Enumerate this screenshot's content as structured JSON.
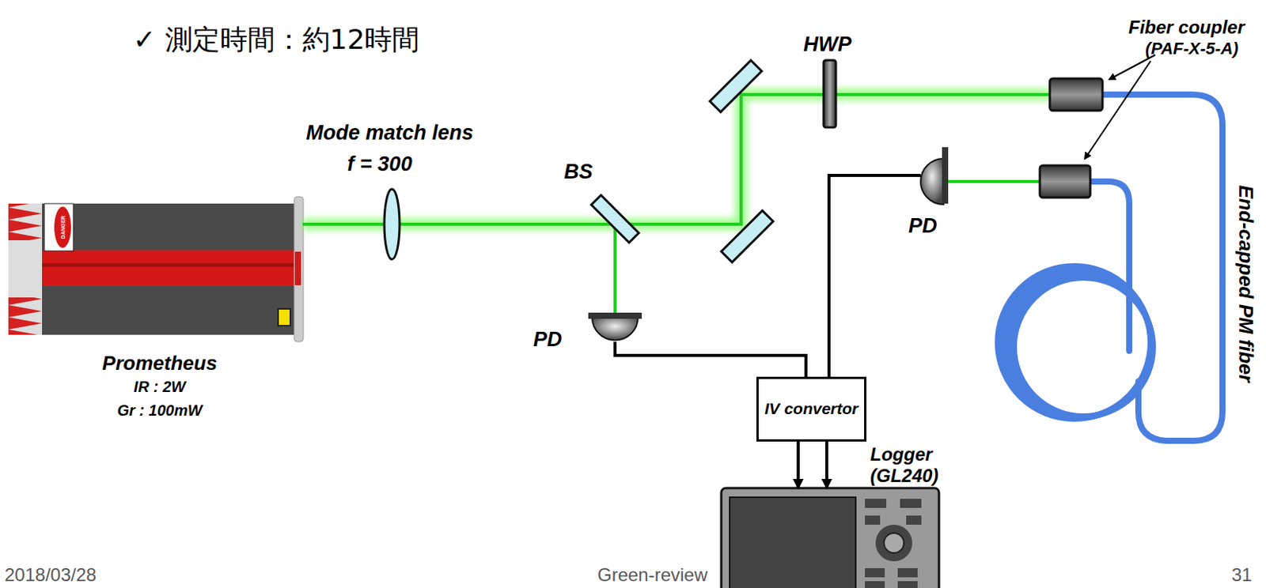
{
  "diagram": {
    "nodes": [
      {
        "text": [
          "PD"
        ]
      },
      {
        "text": [
          "PD"
        ]
      },
      {
        "text": [
          "IV convertor"
        ]
      },
      {
        "text": [
          "Logger (GL240)"
        ]
      }
    ],
    "edges": [
      {
        "from": 0,
        "to": 2,
        "arrow": "none"
      },
      {
        "from": 1,
        "to": 2,
        "arrow": "none"
      },
      {
        "from": 2,
        "to": 3,
        "arrow": "to"
      },
      {
        "from": 2,
        "to": 3,
        "arrow": "to"
      }
    ],
    "labels": [
      "✓ 測定時間：約12時間",
      "Mode match lens",
      "f = 300",
      "BS",
      "HWP",
      "Fiber coupler",
      "(PAF-X-5-A)",
      "End-capped PM fiber",
      "Prometheus",
      "IR : 2W",
      "Gr : 100mW",
      "DANGER",
      "2018/03/28",
      "Green-review",
      "31"
    ]
  }
}
